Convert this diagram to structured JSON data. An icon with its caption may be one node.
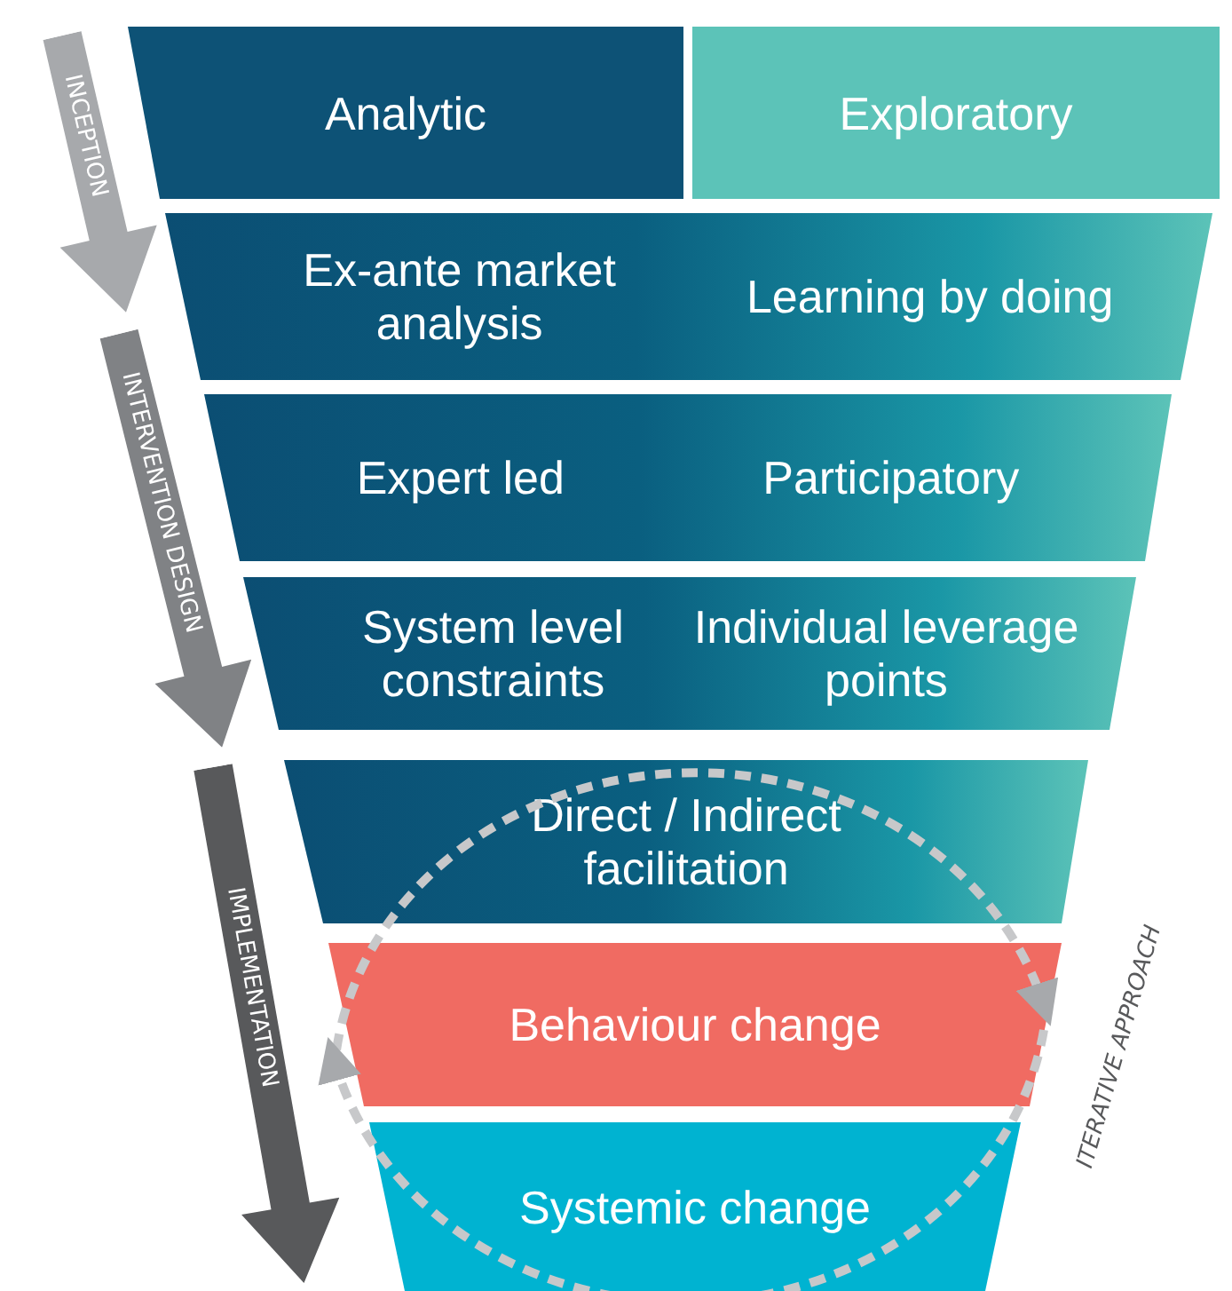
{
  "diagram": {
    "nodes": [
      {
        "text": [
          "Analytic"
        ]
      },
      {
        "text": [
          "Exploratory"
        ]
      },
      {
        "text": [
          "Ex-ante market analysis",
          "Learning by doing"
        ]
      },
      {
        "text": [
          "Expert led",
          "Participatory"
        ]
      },
      {
        "text": [
          "System level constraints",
          "Individual leverage points"
        ]
      },
      {
        "text": [
          "Direct / Indirect facilitation"
        ]
      },
      {
        "text": [
          "Behaviour change"
        ]
      },
      {
        "text": [
          "Systemic change"
        ]
      }
    ],
    "edges": [],
    "labels": [
      "INCEPTION",
      "INTERVENTION DESIGN",
      "IMPLEMENTATION",
      "ITERATIVE APPROACH"
    ]
  }
}
